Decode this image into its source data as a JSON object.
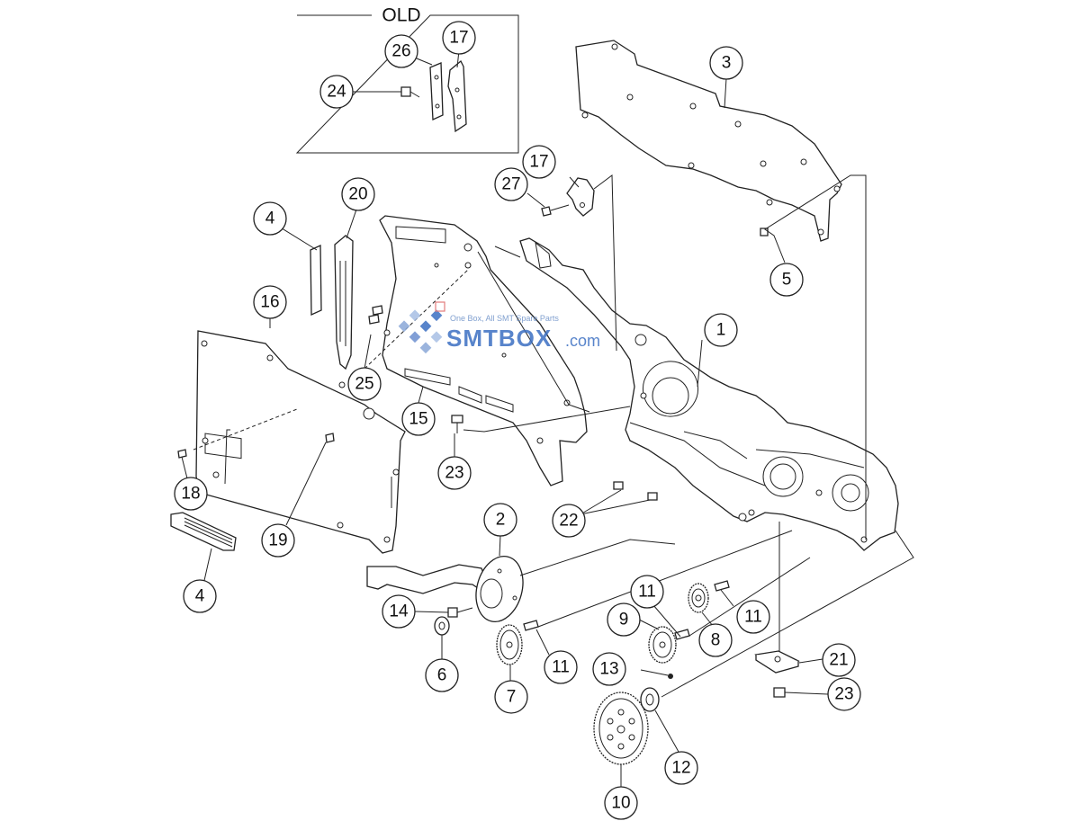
{
  "old_box": {
    "title": "OLD"
  },
  "watermark": {
    "tagline": "One Box, All SMT Spare Parts",
    "brand": "SMTBOX",
    "suffix": ".com",
    "color": "#3b6fc2"
  },
  "callouts": {
    "c26": "26",
    "c17_old": "17",
    "c24": "24",
    "c3": "3",
    "c17": "17",
    "c27": "27",
    "c5": "5",
    "c20": "20",
    "c4_top": "4",
    "c16": "16",
    "c25": "25",
    "c15": "15",
    "c23_mid": "23",
    "c1": "1",
    "c18": "18",
    "c19": "19",
    "c22": "22",
    "c4_bottom": "4",
    "c2": "2",
    "c14": "14",
    "c6": "6",
    "c7": "7",
    "c11_a": "11",
    "c11_b": "11",
    "c11_c": "11",
    "c9": "9",
    "c8": "8",
    "c13": "13",
    "c21": "21",
    "c23_bottom": "23",
    "c12": "12",
    "c10": "10"
  }
}
